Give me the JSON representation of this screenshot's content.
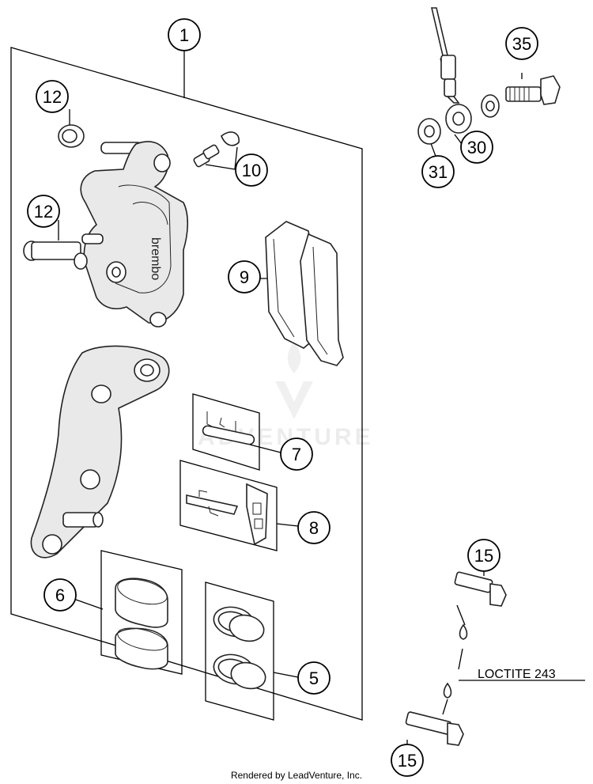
{
  "callouts": {
    "c1": "1",
    "c35": "35",
    "c12a": "12",
    "c10": "10",
    "c30": "30",
    "c31": "31",
    "c12b": "12",
    "c9": "9",
    "c7": "7",
    "c8": "8",
    "c15a": "15",
    "c6": "6",
    "c5": "5",
    "c15b": "15"
  },
  "loctite_label": "LOCTITE 243",
  "caliper_brand": "brembo",
  "watermark": "ADVENTURE",
  "footer_credit": "Rendered by LeadVenture, Inc."
}
